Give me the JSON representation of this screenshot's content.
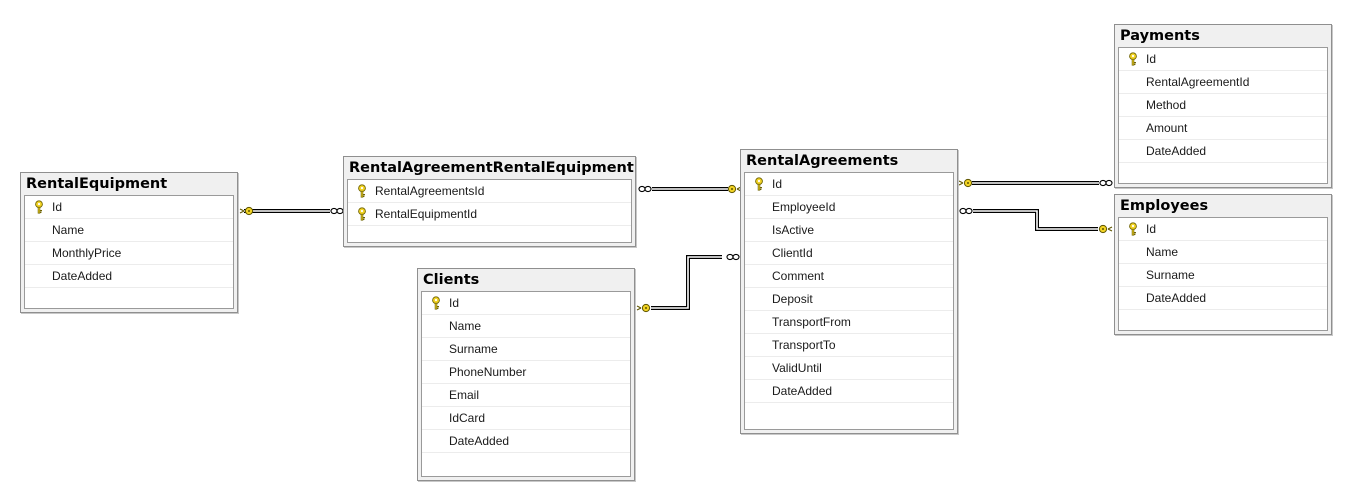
{
  "tables": {
    "rentalequipment": {
      "title": "RentalEquipment",
      "columns": [
        {
          "name": "Id",
          "key": true
        },
        {
          "name": "Name"
        },
        {
          "name": "MonthlyPrice"
        },
        {
          "name": "DateAdded"
        }
      ]
    },
    "rentalagreementrentalequipment": {
      "title": "RentalAgreementRentalEquipment",
      "columns": [
        {
          "name": "RentalAgreementsId",
          "key": true
        },
        {
          "name": "RentalEquipmentId",
          "key": true
        }
      ]
    },
    "clients": {
      "title": "Clients",
      "columns": [
        {
          "name": "Id",
          "key": true
        },
        {
          "name": "Name"
        },
        {
          "name": "Surname"
        },
        {
          "name": "PhoneNumber"
        },
        {
          "name": "Email"
        },
        {
          "name": "IdCard"
        },
        {
          "name": "DateAdded"
        }
      ]
    },
    "rentalagreements": {
      "title": "RentalAgreements",
      "columns": [
        {
          "name": "Id",
          "key": true
        },
        {
          "name": "EmployeeId"
        },
        {
          "name": "IsActive"
        },
        {
          "name": "ClientId"
        },
        {
          "name": "Comment"
        },
        {
          "name": "Deposit"
        },
        {
          "name": "TransportFrom"
        },
        {
          "name": "TransportTo"
        },
        {
          "name": "ValidUntil"
        },
        {
          "name": "DateAdded"
        }
      ]
    },
    "payments": {
      "title": "Payments",
      "columns": [
        {
          "name": "Id",
          "key": true
        },
        {
          "name": "RentalAgreementId"
        },
        {
          "name": "Method"
        },
        {
          "name": "Amount"
        },
        {
          "name": "DateAdded"
        }
      ]
    },
    "employees": {
      "title": "Employees",
      "columns": [
        {
          "name": "Id",
          "key": true
        },
        {
          "name": "Name"
        },
        {
          "name": "Surname"
        },
        {
          "name": "DateAdded"
        }
      ]
    }
  },
  "relationships": [
    {
      "one": "RentalEquipment",
      "many": "RentalAgreementRentalEquipment"
    },
    {
      "one": "RentalAgreements",
      "many": "RentalAgreementRentalEquipment"
    },
    {
      "one": "Clients",
      "many": "RentalAgreements"
    },
    {
      "one": "RentalAgreements",
      "many": "Payments"
    },
    {
      "one": "Employees",
      "many": "RentalAgreements"
    }
  ],
  "colors": {
    "key_icon": "#f2d324",
    "connector": "#000000",
    "table_header_bg": "#f0f0f0",
    "table_border": "#8f8f8f"
  }
}
